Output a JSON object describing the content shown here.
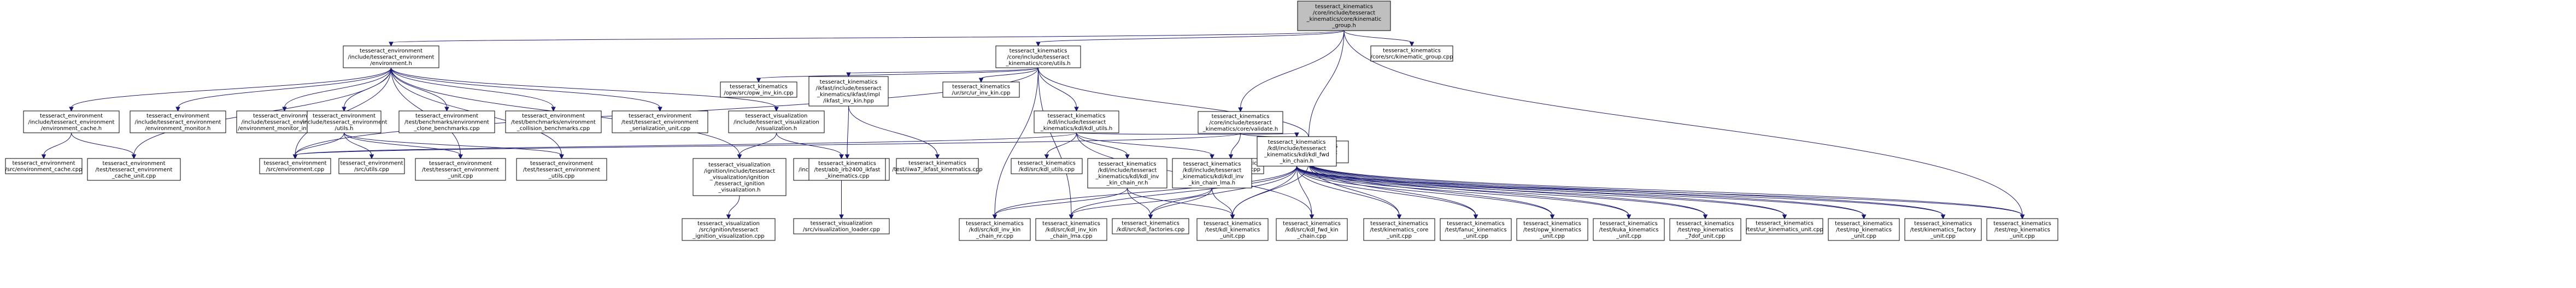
{
  "graph": {
    "nodes": [
      {
        "id": "root",
        "lines": [
          "tesseract_kinematics",
          "/core/include/tesseract",
          "_kinematics/core/kinematic",
          "_group.h"
        ],
        "root": true
      },
      {
        "id": "kg_cpp",
        "lines": [
          "tesseract_kinematics",
          "/core/src/kinematic_group.cpp"
        ]
      },
      {
        "id": "env_h",
        "lines": [
          "tesseract_environment",
          "/include/tesseract_environment",
          "/environment.h"
        ]
      },
      {
        "id": "utils_h",
        "lines": [
          "tesseract_kinematics",
          "/core/include/tesseract",
          "_kinematics/core/utils.h"
        ]
      },
      {
        "id": "validate_h",
        "lines": [
          "tesseract_kinematics",
          "/core/include/tesseract",
          "_kinematics/core/validate.h"
        ]
      },
      {
        "id": "cache_h",
        "lines": [
          "tesseract_environment",
          "/include/tesseract_environment",
          "/environment_cache.h"
        ]
      },
      {
        "id": "monitor_h",
        "lines": [
          "tesseract_environment",
          "/include/tesseract_environment",
          "/environment_monitor.h"
        ]
      },
      {
        "id": "monitor_iface_h",
        "lines": [
          "tesseract_environment",
          "/include/tesseract_environment",
          "/environment_monitor_interface.h"
        ]
      },
      {
        "id": "env_utils_h",
        "lines": [
          "tesseract_environment",
          "/include/tesseract_environment",
          "/utils.h"
        ]
      },
      {
        "id": "bench_clone",
        "lines": [
          "tesseract_environment",
          "/test/benchmarks/environment",
          "_clone_benchmarks.cpp"
        ]
      },
      {
        "id": "bench_collision",
        "lines": [
          "tesseract_environment",
          "/test/benchmarks/environment",
          "_collision_benchmarks.cpp"
        ]
      },
      {
        "id": "ser_unit",
        "lines": [
          "tesseract_environment",
          "/test/tesseract_environment",
          "_serialization_unit.cpp"
        ]
      },
      {
        "id": "vis_h",
        "lines": [
          "tesseract_visualization",
          "/include/tesseract_visualization",
          "/visualization.h"
        ]
      },
      {
        "id": "opw_inv",
        "lines": [
          "tesseract_kinematics",
          "/opw/src/opw_inv_kin.cpp"
        ]
      },
      {
        "id": "ikfast_hpp",
        "lines": [
          "tesseract_kinematics",
          "/ikfast/include/tesseract",
          "_kinematics/ikfast/impl",
          "/ikfast_inv_kin.hpp"
        ]
      },
      {
        "id": "ur_inv",
        "lines": [
          "tesseract_kinematics",
          "/ur/src/ur_inv_kin.cpp"
        ]
      },
      {
        "id": "kdl_utils_h",
        "lines": [
          "tesseract_kinematics",
          "/kdl/include/tesseract",
          "_kinematics/kdl/kdl_utils.h"
        ]
      },
      {
        "id": "validate_cpp",
        "lines": [
          "tesseract_kinematics",
          "/core/src/validate.cpp"
        ]
      },
      {
        "id": "kin_test_utils_h",
        "lines": [
          "tesseract_kinematics",
          "/test/kinematics_test",
          "_utils.h"
        ]
      },
      {
        "id": "cache_cpp",
        "lines": [
          "tesseract_environment",
          "/src/environment_cache.cpp"
        ]
      },
      {
        "id": "cache_unit",
        "lines": [
          "tesseract_environment",
          "/test/tesseract_environment",
          "_cache_unit.cpp"
        ]
      },
      {
        "id": "env_cpp",
        "lines": [
          "tesseract_environment",
          "/src/environment.cpp"
        ]
      },
      {
        "id": "env_utils_cpp",
        "lines": [
          "tesseract_environment",
          "/src/utils.cpp"
        ]
      },
      {
        "id": "env_unit",
        "lines": [
          "tesseract_environment",
          "/test/tesseract_environment",
          "_unit.cpp"
        ]
      },
      {
        "id": "env_utils_test",
        "lines": [
          "tesseract_environment",
          "/test/tesseract_environment",
          "_utils.cpp"
        ]
      },
      {
        "id": "ign_vis_h",
        "lines": [
          "tesseract_visualization",
          "/ignition/include/tesseract",
          "_visualization/ignition",
          "/tesseract_ignition",
          "_visualization.h"
        ]
      },
      {
        "id": "vis_loader_h",
        "lines": [
          "tesseract_visualization",
          "/include/tesseract_visualization",
          "/visualization_loader.h"
        ]
      },
      {
        "id": "abb_ikfast",
        "lines": [
          "tesseract_kinematics",
          "/test/abb_irb2400_ikfast",
          "_kinematics.cpp"
        ]
      },
      {
        "id": "iiwa_ikfast",
        "lines": [
          "tesseract_kinematics",
          "/test/iiwa7_ikfast_kinematics.cpp"
        ]
      },
      {
        "id": "kdl_utils_cpp",
        "lines": [
          "tesseract_kinematics",
          "/kdl/src/kdl_utils.cpp"
        ]
      },
      {
        "id": "kdl_inv_nr_h",
        "lines": [
          "tesseract_kinematics",
          "/kdl/include/tesseract",
          "_kinematics/kdl/kdl_inv",
          "_kin_chain_nr.h"
        ]
      },
      {
        "id": "kdl_inv_lma_h",
        "lines": [
          "tesseract_kinematics",
          "/kdl/include/tesseract",
          "_kinematics/kdl/kdl_inv",
          "_kin_chain_lma.h"
        ]
      },
      {
        "id": "kdl_fwd_h",
        "lines": [
          "tesseract_kinematics",
          "/kdl/include/tesseract",
          "_kinematics/kdl/kdl_fwd",
          "_kin_chain.h"
        ]
      },
      {
        "id": "ign_vis_cpp",
        "lines": [
          "tesseract_visualization",
          "/src/ignition/tesseract",
          "_ignition_visualization.cpp"
        ]
      },
      {
        "id": "vis_loader_cpp",
        "lines": [
          "tesseract_visualization",
          "/src/visualization_loader.cpp"
        ]
      },
      {
        "id": "kdl_inv_nr_cpp",
        "lines": [
          "tesseract_kinematics",
          "/kdl/src/kdl_inv_kin",
          "_chain_nr.cpp"
        ]
      },
      {
        "id": "kdl_inv_lma_cpp",
        "lines": [
          "tesseract_kinematics",
          "/kdl/src/kdl_inv_kin",
          "_chain_lma.cpp"
        ]
      },
      {
        "id": "kdl_factories",
        "lines": [
          "tesseract_kinematics",
          "/kdl/src/kdl_factories.cpp"
        ]
      },
      {
        "id": "kdl_kin_unit",
        "lines": [
          "tesseract_kinematics",
          "/test/kdl_kinematics",
          "_unit.cpp"
        ]
      },
      {
        "id": "kdl_fwd_cpp",
        "lines": [
          "tesseract_kinematics",
          "/kdl/src/kdl_fwd_kin",
          "_chain.cpp"
        ]
      },
      {
        "id": "core_unit",
        "lines": [
          "tesseract_kinematics",
          "/test/kinematics_core",
          "_unit.cpp"
        ]
      },
      {
        "id": "fanuc_unit",
        "lines": [
          "tesseract_kinematics",
          "/test/fanuc_kinematics",
          "_unit.cpp"
        ]
      },
      {
        "id": "opw_unit",
        "lines": [
          "tesseract_kinematics",
          "/test/opw_kinematics",
          "_unit.cpp"
        ]
      },
      {
        "id": "kuka_unit",
        "lines": [
          "tesseract_kinematics",
          "/test/kuka_kinematics",
          "_unit.cpp"
        ]
      },
      {
        "id": "rep_7dof_unit",
        "lines": [
          "tesseract_kinematics",
          "/test/rep_kinematics",
          "_7dof_unit.cpp"
        ]
      },
      {
        "id": "ur_unit",
        "lines": [
          "tesseract_kinematics",
          "/test/ur_kinematics_unit.cpp"
        ]
      },
      {
        "id": "rop_unit",
        "lines": [
          "tesseract_kinematics",
          "/test/rop_kinematics",
          "_unit.cpp"
        ]
      },
      {
        "id": "factory_unit",
        "lines": [
          "tesseract_kinematics",
          "/test/kinematics_factory",
          "_unit.cpp"
        ]
      },
      {
        "id": "rep_unit",
        "lines": [
          "tesseract_kinematics",
          "/test/rep_kinematics",
          "_unit.cpp"
        ]
      }
    ],
    "edges": [
      [
        "root",
        "kg_cpp"
      ],
      [
        "root",
        "env_h"
      ],
      [
        "root",
        "utils_h"
      ],
      [
        "root",
        "validate_h"
      ],
      [
        "root",
        "kin_test_utils_h"
      ],
      [
        "root",
        "rep_unit"
      ],
      [
        "env_h",
        "cache_h"
      ],
      [
        "env_h",
        "monitor_h"
      ],
      [
        "env_h",
        "monitor_iface_h"
      ],
      [
        "env_h",
        "env_utils_h"
      ],
      [
        "env_h",
        "bench_clone"
      ],
      [
        "env_h",
        "bench_collision"
      ],
      [
        "env_h",
        "ser_unit"
      ],
      [
        "env_h",
        "vis_h"
      ],
      [
        "env_h",
        "cache_unit"
      ],
      [
        "env_h",
        "env_cpp"
      ],
      [
        "env_h",
        "env_unit"
      ],
      [
        "env_h",
        "env_utils_test"
      ],
      [
        "env_h",
        "ign_vis_h"
      ],
      [
        "cache_h",
        "cache_cpp"
      ],
      [
        "cache_h",
        "cache_unit"
      ],
      [
        "env_utils_h",
        "env_cpp"
      ],
      [
        "env_utils_h",
        "env_utils_cpp"
      ],
      [
        "env_utils_h",
        "env_unit"
      ],
      [
        "env_utils_h",
        "env_utils_test"
      ],
      [
        "vis_h",
        "ign_vis_h"
      ],
      [
        "vis_h",
        "vis_loader_h"
      ],
      [
        "ign_vis_h",
        "ign_vis_cpp"
      ],
      [
        "vis_loader_h",
        "vis_loader_cpp"
      ],
      [
        "utils_h",
        "opw_inv"
      ],
      [
        "utils_h",
        "ikfast_hpp"
      ],
      [
        "utils_h",
        "ur_inv"
      ],
      [
        "utils_h",
        "kdl_utils_h"
      ],
      [
        "utils_h",
        "kin_test_utils_h"
      ],
      [
        "utils_h",
        "env_cpp"
      ],
      [
        "utils_h",
        "kdl_inv_nr_cpp"
      ],
      [
        "utils_h",
        "kdl_inv_lma_cpp"
      ],
      [
        "ikfast_hpp",
        "abb_ikfast"
      ],
      [
        "ikfast_hpp",
        "iiwa_ikfast"
      ],
      [
        "kdl_utils_h",
        "kdl_utils_cpp"
      ],
      [
        "kdl_utils_h",
        "kdl_inv_nr_h"
      ],
      [
        "kdl_utils_h",
        "kdl_inv_lma_h"
      ],
      [
        "kdl_utils_h",
        "kdl_fwd_h"
      ],
      [
        "kdl_utils_h",
        "kdl_fwd_cpp"
      ],
      [
        "kdl_utils_h",
        "env_cpp"
      ],
      [
        "kdl_inv_nr_h",
        "kdl_inv_nr_cpp"
      ],
      [
        "kdl_inv_nr_h",
        "kdl_factories"
      ],
      [
        "kdl_inv_nr_h",
        "kdl_kin_unit"
      ],
      [
        "kdl_inv_lma_h",
        "kdl_inv_lma_cpp"
      ],
      [
        "kdl_inv_lma_h",
        "kdl_factories"
      ],
      [
        "kdl_inv_lma_h",
        "kdl_kin_unit"
      ],
      [
        "kdl_fwd_h",
        "kdl_inv_nr_cpp"
      ],
      [
        "kdl_fwd_h",
        "kdl_inv_lma_cpp"
      ],
      [
        "kdl_fwd_h",
        "kdl_factories"
      ],
      [
        "kdl_fwd_h",
        "kdl_kin_unit"
      ],
      [
        "kdl_fwd_h",
        "kdl_fwd_cpp"
      ],
      [
        "kdl_fwd_h",
        "core_unit"
      ],
      [
        "kdl_fwd_h",
        "fanuc_unit"
      ],
      [
        "kdl_fwd_h",
        "opw_unit"
      ],
      [
        "kdl_fwd_h",
        "kuka_unit"
      ],
      [
        "kdl_fwd_h",
        "rep_7dof_unit"
      ],
      [
        "kdl_fwd_h",
        "ur_unit"
      ],
      [
        "kdl_fwd_h",
        "rop_unit"
      ],
      [
        "kdl_fwd_h",
        "factory_unit"
      ],
      [
        "kdl_fwd_h",
        "rep_unit"
      ],
      [
        "validate_h",
        "validate_cpp"
      ],
      [
        "validate_h",
        "kin_test_utils_h"
      ],
      [
        "validate_h",
        "env_cpp"
      ],
      [
        "kin_test_utils_h",
        "kdl_kin_unit"
      ],
      [
        "kin_test_utils_h",
        "core_unit"
      ],
      [
        "kin_test_utils_h",
        "fanuc_unit"
      ],
      [
        "kin_test_utils_h",
        "opw_unit"
      ],
      [
        "kin_test_utils_h",
        "kuka_unit"
      ],
      [
        "kin_test_utils_h",
        "rep_7dof_unit"
      ],
      [
        "kin_test_utils_h",
        "ur_unit"
      ],
      [
        "kin_test_utils_h",
        "rop_unit"
      ],
      [
        "kin_test_utils_h",
        "factory_unit"
      ],
      [
        "kin_test_utils_h",
        "rep_unit"
      ]
    ]
  }
}
